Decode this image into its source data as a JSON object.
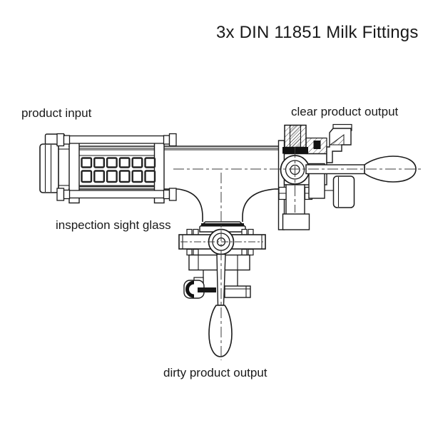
{
  "title": "3x DIN 11851 Milk Fittings",
  "labels": {
    "product_input": "product input",
    "clear_product_output": "clear product output",
    "inspection_sight_glass": "inspection sight glass",
    "dirty_product_output": "dirty product output"
  },
  "colors": {
    "background": "#ffffff",
    "ink": "#1b1b1b",
    "centerline": "#3c3c3c",
    "shade_gray": "#8e8e8e",
    "seal_black": "#111111"
  }
}
